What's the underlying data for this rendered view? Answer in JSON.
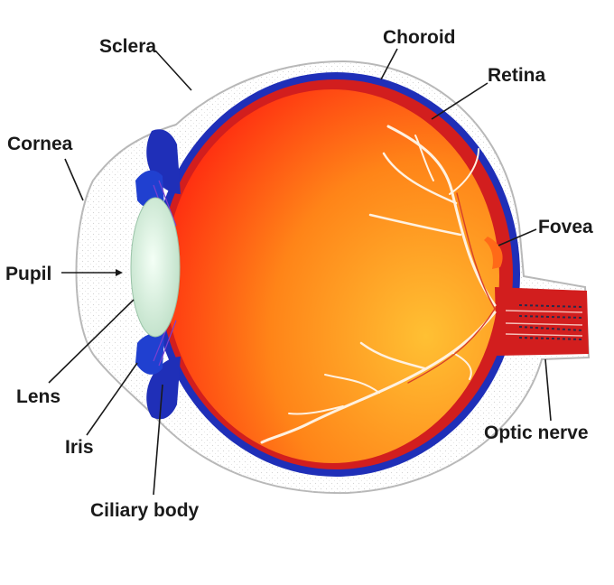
{
  "labels": {
    "sclera": "Sclera",
    "choroid": "Choroid",
    "retina": "Retina",
    "cornea": "Cornea",
    "fovea": "Fovea",
    "pupil": "Pupil",
    "lens": "Lens",
    "iris": "Iris",
    "optic_nerve": "Optic nerve",
    "ciliary_body": "Ciliary body"
  },
  "colors": {
    "sclera_outline": "#b8b8b8",
    "choroid": "#1f2fb8",
    "retina": "#d21e1e",
    "interior_light": "#ffc033",
    "interior_dark": "#ff2a10",
    "lens": "#e8f7ec",
    "vessels": "#fff1e0"
  }
}
